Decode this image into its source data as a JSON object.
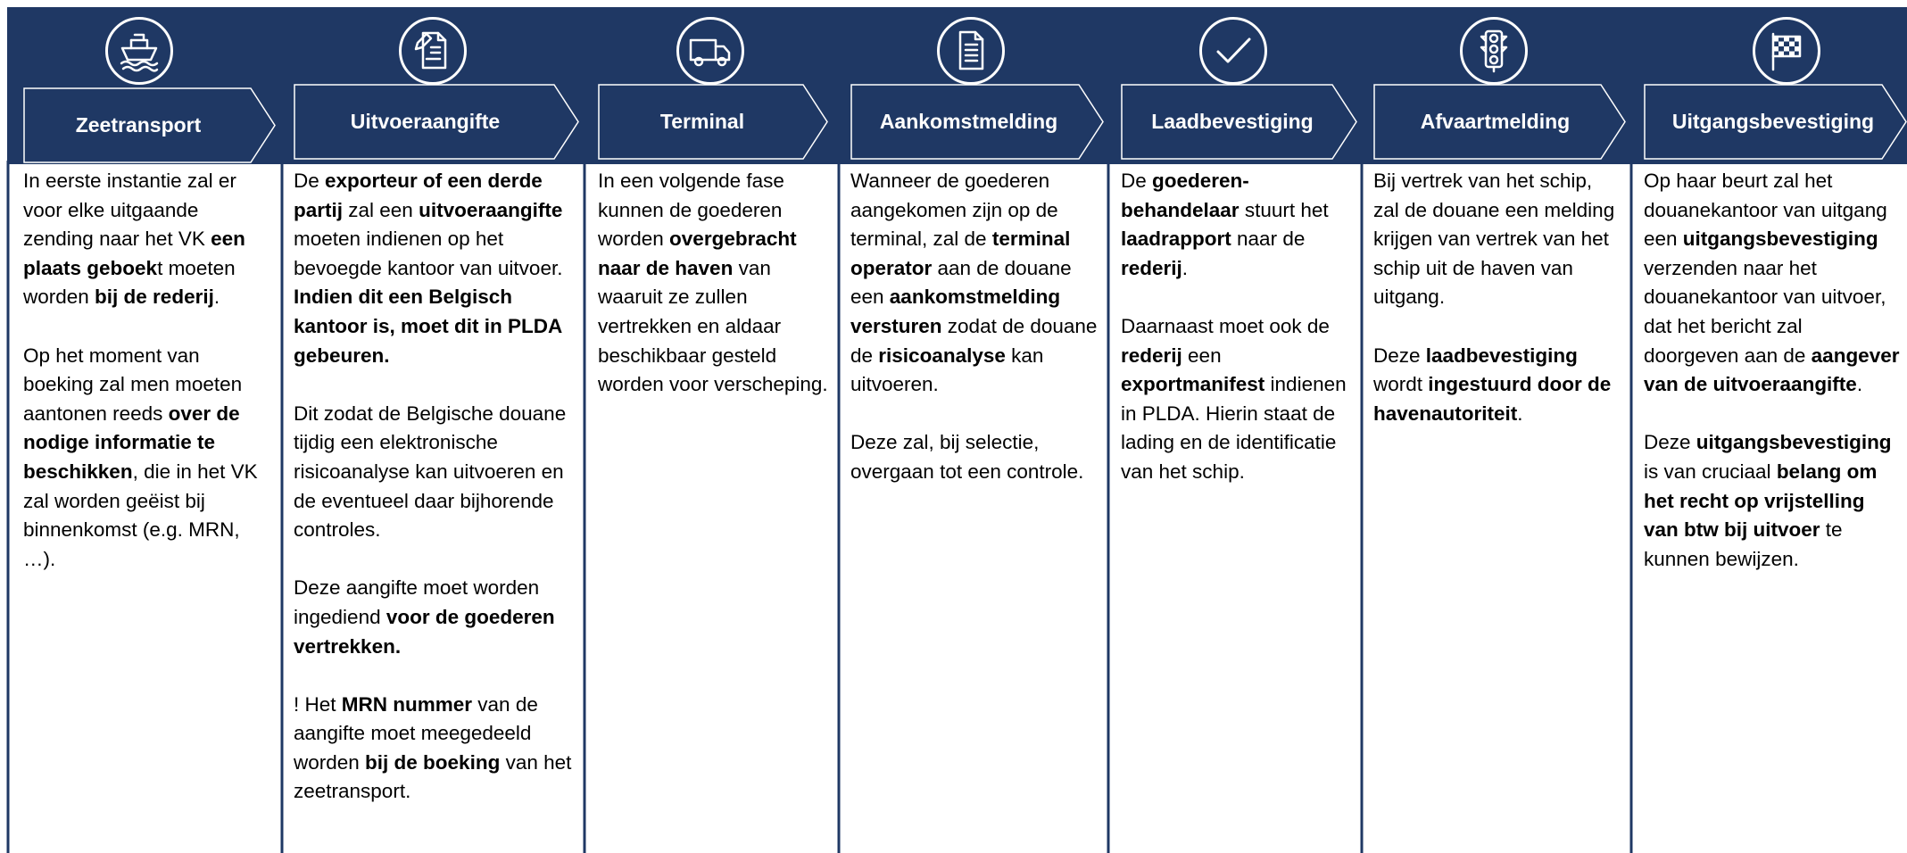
{
  "colors": {
    "band": "#1f3864",
    "divider": "#1f3864",
    "text": "#000000",
    "on_band": "#ffffff"
  },
  "steps": [
    {
      "title": "Zeetransport",
      "icon": "ship-icon",
      "paragraphs": [
        [
          [
            "In eerste instantie zal er voor elke uitgaande zending naar het VK ",
            false
          ],
          [
            "een plaats geboek",
            true
          ],
          [
            "t moeten worden ",
            false
          ],
          [
            "bij de rederij",
            true
          ],
          [
            ".",
            false
          ]
        ],
        [
          [
            "Op het moment van boeking zal men moeten aantonen reeds ",
            false
          ],
          [
            "over de nodige informatie te beschikken",
            true
          ],
          [
            ", die in het VK zal worden geëist bij binnenkomst (e.g. MRN, …).",
            false
          ]
        ]
      ]
    },
    {
      "title": "Uitvoeraangifte",
      "icon": "document-pen-icon",
      "paragraphs": [
        [
          [
            "De ",
            false
          ],
          [
            "exporteur of een derde partij",
            true
          ],
          [
            " zal een ",
            false
          ],
          [
            "uitvoeraangifte",
            true
          ],
          [
            " moeten indienen op het bevoegde kantoor van uitvoer. ",
            false
          ],
          [
            "Indien dit een Belgisch kantoor is, moet dit in PLDA gebeuren.",
            true
          ]
        ],
        [
          [
            "Dit zodat de Belgische douane tijdig een elektronische risicoanalyse kan uitvoeren en de eventueel daar bijhorende controles.",
            false
          ]
        ],
        [
          [
            "Deze aangifte moet worden ingediend ",
            false
          ],
          [
            "voor de goederen vertrekken.",
            true
          ]
        ],
        [
          [
            "! Het ",
            false
          ],
          [
            "MRN nummer",
            true
          ],
          [
            " van de aangifte moet meegedeeld worden ",
            false
          ],
          [
            "bij de boeking",
            true
          ],
          [
            " van het zeetransport.",
            false
          ]
        ]
      ]
    },
    {
      "title": "Terminal",
      "icon": "truck-icon",
      "paragraphs": [
        [
          [
            "In een volgende fase kunnen de goederen worden ",
            false
          ],
          [
            "overgebracht naar de haven",
            true
          ],
          [
            " van waaruit ze zullen vertrekken en aldaar beschikbaar gesteld worden voor verscheping.",
            false
          ]
        ]
      ]
    },
    {
      "title": "Aankomstmelding",
      "icon": "document-icon",
      "paragraphs": [
        [
          [
            "Wanneer de goederen aangekomen zijn op de terminal, zal de ",
            false
          ],
          [
            "terminal operator",
            true
          ],
          [
            " aan de douane een ",
            false
          ],
          [
            "aankomstmelding versturen",
            true
          ],
          [
            " zodat de douane de ",
            false
          ],
          [
            "risicoanalyse",
            true
          ],
          [
            " kan uitvoeren.",
            false
          ]
        ],
        [
          [
            "Deze zal, bij selectie, overgaan tot een controle.",
            false
          ]
        ]
      ]
    },
    {
      "title": "Laadbevestiging",
      "icon": "checkmark-icon",
      "paragraphs": [
        [
          [
            "De ",
            false
          ],
          [
            "goederen-behandelaar",
            true
          ],
          [
            " stuurt het ",
            false
          ],
          [
            "laadrapport",
            true
          ],
          [
            " naar de ",
            false
          ],
          [
            "rederij",
            true
          ],
          [
            ".",
            false
          ]
        ],
        [
          [
            "Daarnaast moet ook de ",
            false
          ],
          [
            "rederij",
            true
          ],
          [
            " een ",
            false
          ],
          [
            "exportmanifest",
            true
          ],
          [
            " indienen in PLDA. Hierin staat de lading en de identificatie van het schip.",
            false
          ]
        ]
      ]
    },
    {
      "title": "Afvaartmelding",
      "icon": "traffic-light-icon",
      "paragraphs": [
        [
          [
            "Bij vertrek van het schip, zal de douane een melding krijgen van vertrek van het schip uit de haven van uitgang.",
            false
          ]
        ],
        [
          [
            "Deze ",
            false
          ],
          [
            "laadbevestiging",
            true
          ],
          [
            " wordt ",
            false
          ],
          [
            "ingestuurd door de havenautoriteit",
            true
          ],
          [
            ".",
            false
          ]
        ]
      ]
    },
    {
      "title": "Uitgangsbevestiging",
      "icon": "finish-flag-icon",
      "paragraphs": [
        [
          [
            "Op haar beurt zal het douanekantoor van uitgang een ",
            false
          ],
          [
            "uitgangsbevestiging",
            true
          ],
          [
            " verzenden naar het douanekantoor van uitvoer, dat het bericht zal doorgeven aan de ",
            false
          ],
          [
            "aangever van de uitvoeraangifte",
            true
          ],
          [
            ".",
            false
          ]
        ],
        [
          [
            "Deze ",
            false
          ],
          [
            "uitgangsbevestiging",
            true
          ],
          [
            " is van cruciaal ",
            false
          ],
          [
            "belang om het recht op vrijstelling van btw bij uitvoer",
            true
          ],
          [
            " te kunnen bewijzen.",
            false
          ]
        ]
      ]
    }
  ]
}
